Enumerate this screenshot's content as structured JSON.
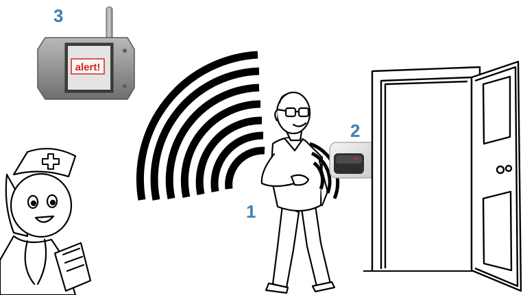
{
  "labels": {
    "monitor": "3",
    "sensor": "2",
    "person": "1"
  },
  "monitor_screen_text": "alert!",
  "colors": {
    "step_number": "#3b7fb6",
    "alert_text": "#d8231f",
    "monitor_body": "#8c8c8c",
    "waves": "#000000"
  },
  "icons": [
    "wireless-monitor-icon",
    "door-sensor-icon",
    "elderly-man-icon",
    "nurse-icon",
    "open-door-icon",
    "radio-wave-icon"
  ]
}
